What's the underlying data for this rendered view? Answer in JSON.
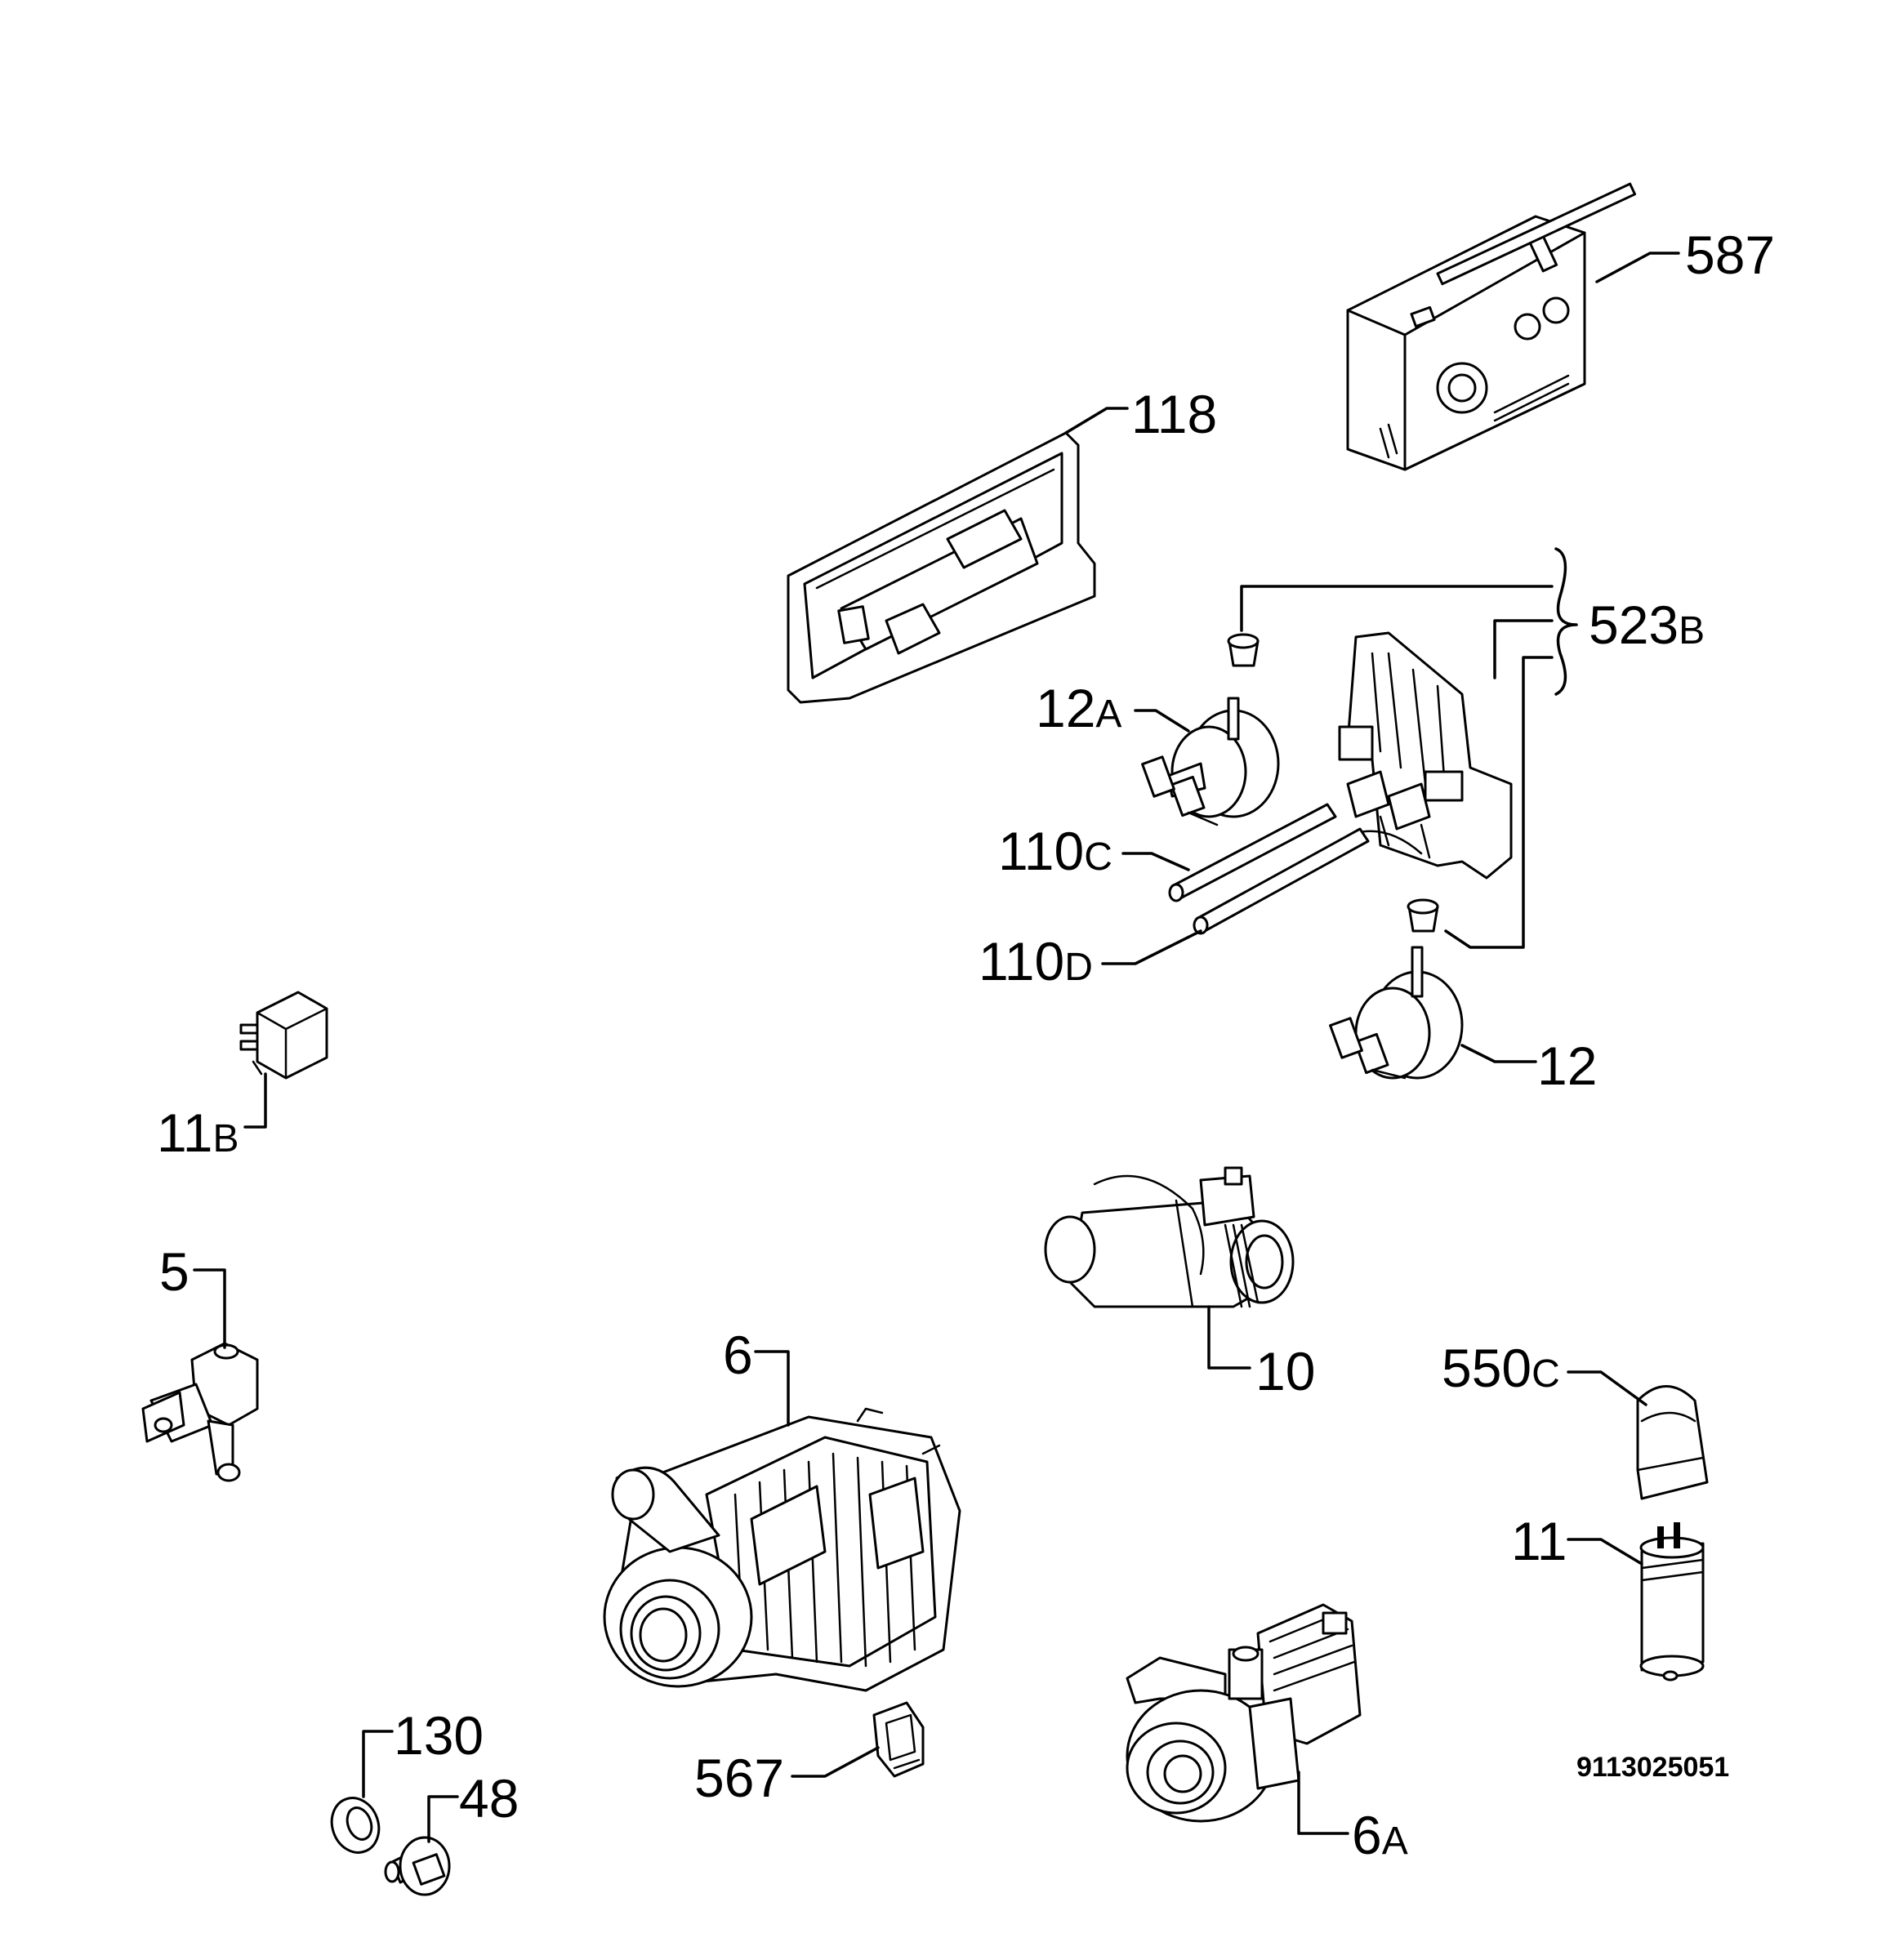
{
  "diagram_id": "9113025051",
  "callouts": {
    "c587": "587",
    "c118": "118",
    "c523b": {
      "num": "523",
      "suf": "B"
    },
    "c12a": {
      "num": "12",
      "suf": "A"
    },
    "c110c": {
      "num": "110",
      "suf": "C"
    },
    "c110d": {
      "num": "110",
      "suf": "D"
    },
    "c12": "12",
    "c11b": {
      "num": "11",
      "suf": "B"
    },
    "c5": "5",
    "c10": "10",
    "c550c": {
      "num": "550",
      "suf": "C"
    },
    "c6": "6",
    "c11": "11",
    "c130": "130",
    "c48": "48",
    "c567": "567",
    "c6a": {
      "num": "6",
      "suf": "A"
    }
  }
}
